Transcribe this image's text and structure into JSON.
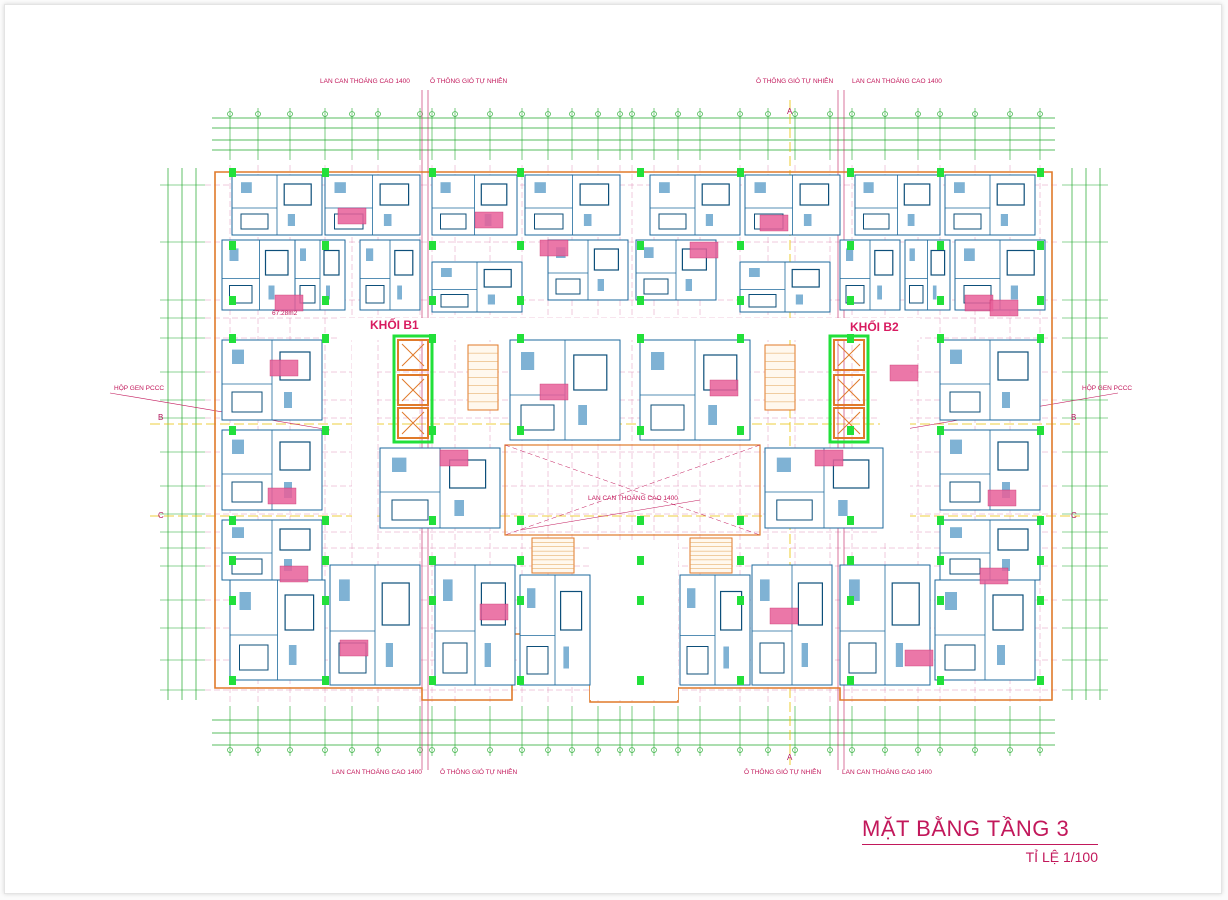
{
  "drawing": {
    "title": "MẶT BẰNG TẦNG 3",
    "scale": "TỈ LỆ 1/100"
  },
  "blocks": {
    "b1": "KHỐI B1",
    "b2": "KHỐI B2"
  },
  "annotations": {
    "railing": "LAN CAN THOÁNG CAO 1400",
    "vent": "Ô THÔNG GIÓ TỰ NHIÊN",
    "fire_duct": "HỘP GEN PCCC",
    "center_railing": "LAN CAN THOÁNG CAO 1400"
  },
  "section_marks": {
    "a": "A",
    "b": "B",
    "c": "C"
  },
  "unit_area_sample": "67.28m2",
  "colors": {
    "dimension": "#1fa82a",
    "wall": "#e07a2a",
    "furniture": "#1e6a9c",
    "column": "#22e03a",
    "annotation": "#c2185b",
    "elevator": "#e07a2a"
  }
}
